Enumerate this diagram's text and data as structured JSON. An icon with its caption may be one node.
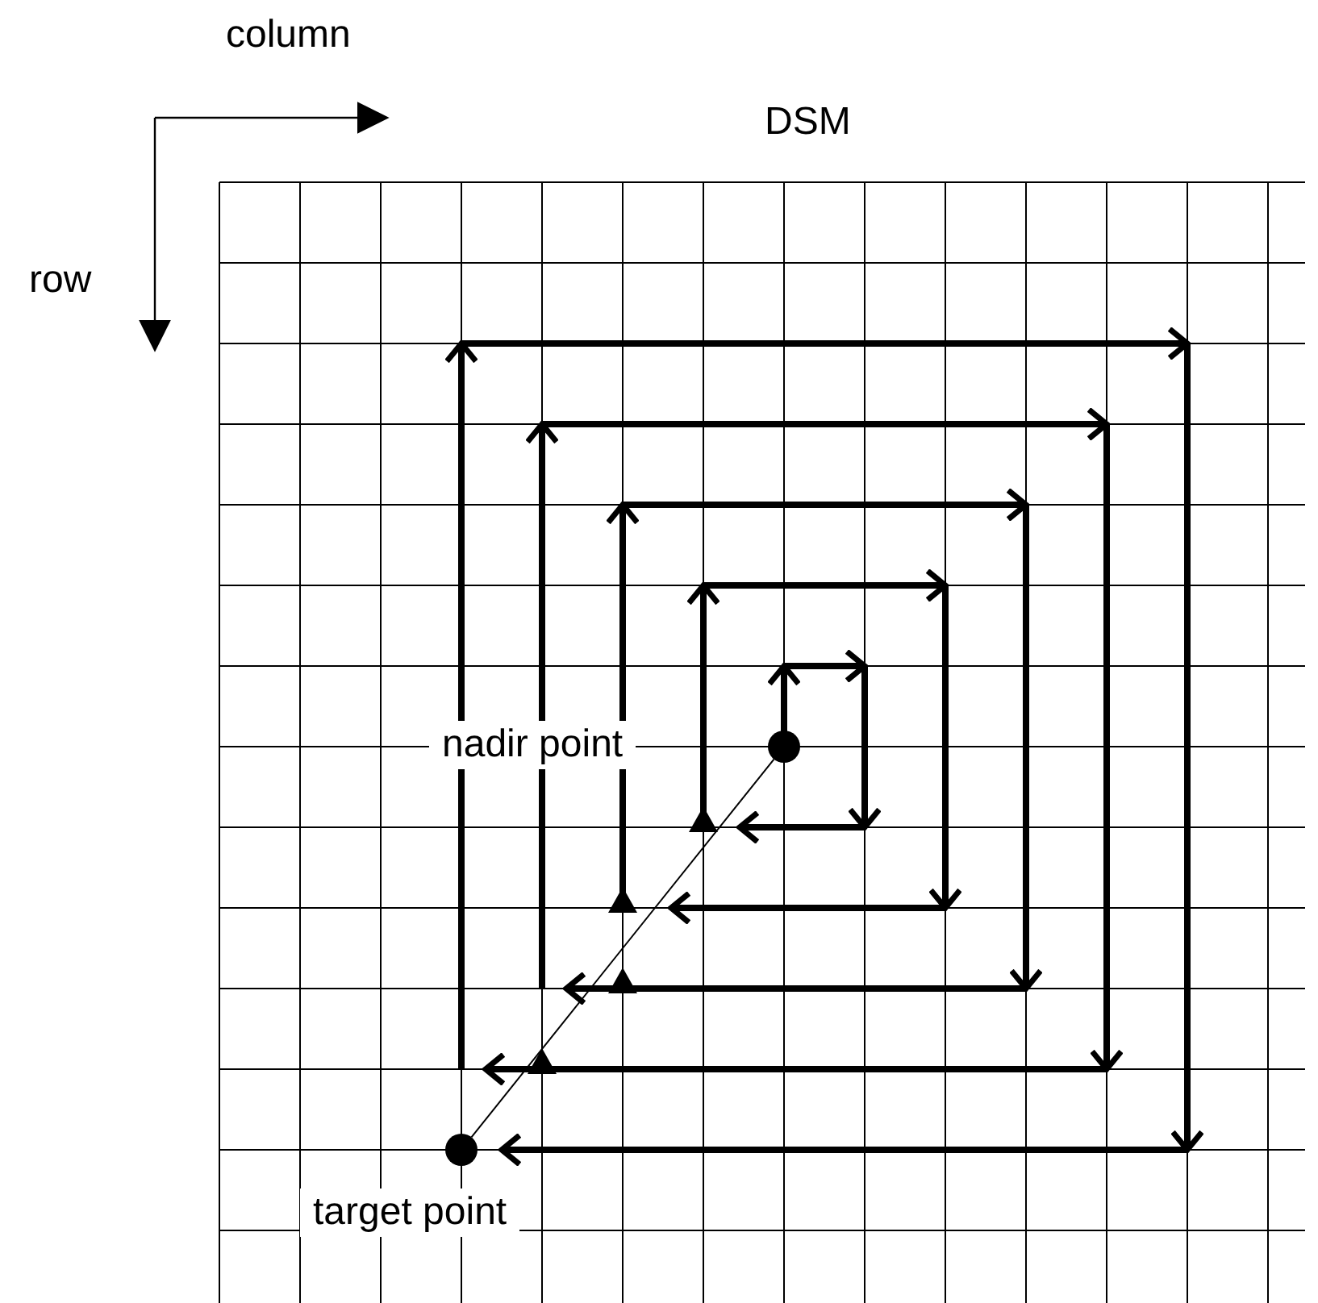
{
  "diagram": {
    "nodes": [
      {
        "text": [],
        "shape": "circle",
        "beside": [
          "nadir point"
        ]
      },
      {
        "text": [],
        "shape": "circle",
        "beside": [
          "target point"
        ]
      }
    ],
    "edges": [
      {
        "from": 0,
        "to": 1,
        "arrow": "none"
      }
    ],
    "labels": [
      "column",
      "DSM",
      "row"
    ]
  }
}
